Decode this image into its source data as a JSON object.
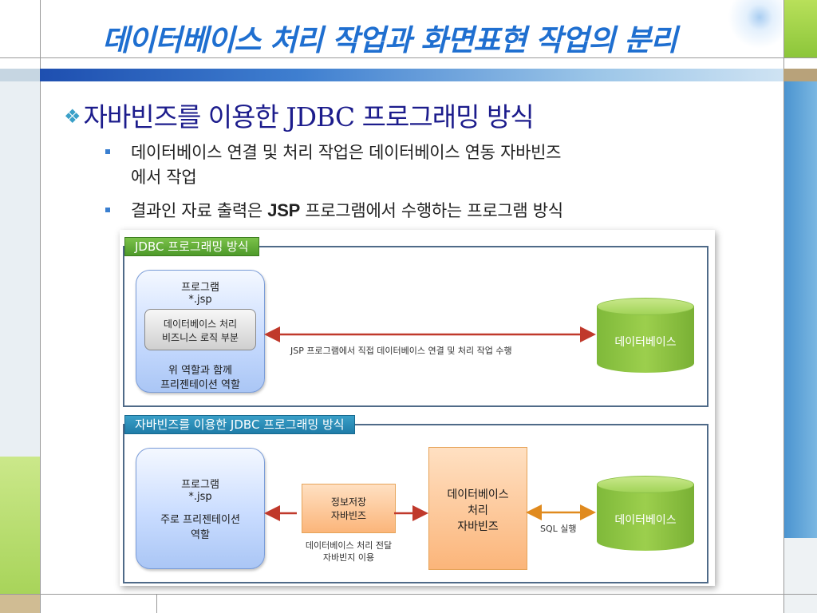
{
  "slide": {
    "title": "데이터베이스 처리 작업과 화면표현 작업의 분리",
    "heading": "자바빈즈를 이용한 JDBC 프로그래밍 방식",
    "bullets": [
      {
        "line1": "데이터베이스 연결 및 처리 작업은 데이터베이스 연동 자바빈즈",
        "line2": "에서 작업"
      },
      {
        "before": "결과인 자료 출력은 ",
        "jsp": "JSP",
        "after": " 프로그램에서 수행하는 프로그램 방식"
      }
    ]
  },
  "diagram": {
    "panel1": {
      "tab": "JDBC 프로그래밍 방식",
      "program_title": "프로그램",
      "program_file": "*.jsp",
      "logic_line1": "데이터베이스 처리",
      "logic_line2": "비즈니스 로직 부분",
      "role_line1": "위 역할과 함께",
      "role_line2": "프리젠테이션 역할",
      "arrow_label": "JSP 프로그램에서 직접 데이터베이스 연결 및 처리 작업 수행",
      "database": "데이터베이스"
    },
    "panel2": {
      "tab": "자바빈즈를 이용한 JDBC 프로그래밍 방식",
      "program_title": "프로그램",
      "program_file": "*.jsp",
      "role_line1": "주로 프리젠테이션",
      "role_line2": "역할",
      "bean1_line1": "정보저장",
      "bean1_line2": "자바빈즈",
      "bean1_caption1": "데이터베이스 처리 전달",
      "bean1_caption2": "자바빈지 이용",
      "bean2_line1": "데이터베이스",
      "bean2_line2": "처리",
      "bean2_line3": "자바빈즈",
      "sql_label": "SQL 실행",
      "database": "데이터베이스"
    }
  },
  "colors": {
    "title": "#1f6fd0",
    "heading": "#1c1c8c",
    "arrow_red": "#c0392b",
    "arrow_orange": "#e08a1e",
    "tab_green": "#5aa832",
    "tab_blue": "#2a8ab8"
  }
}
